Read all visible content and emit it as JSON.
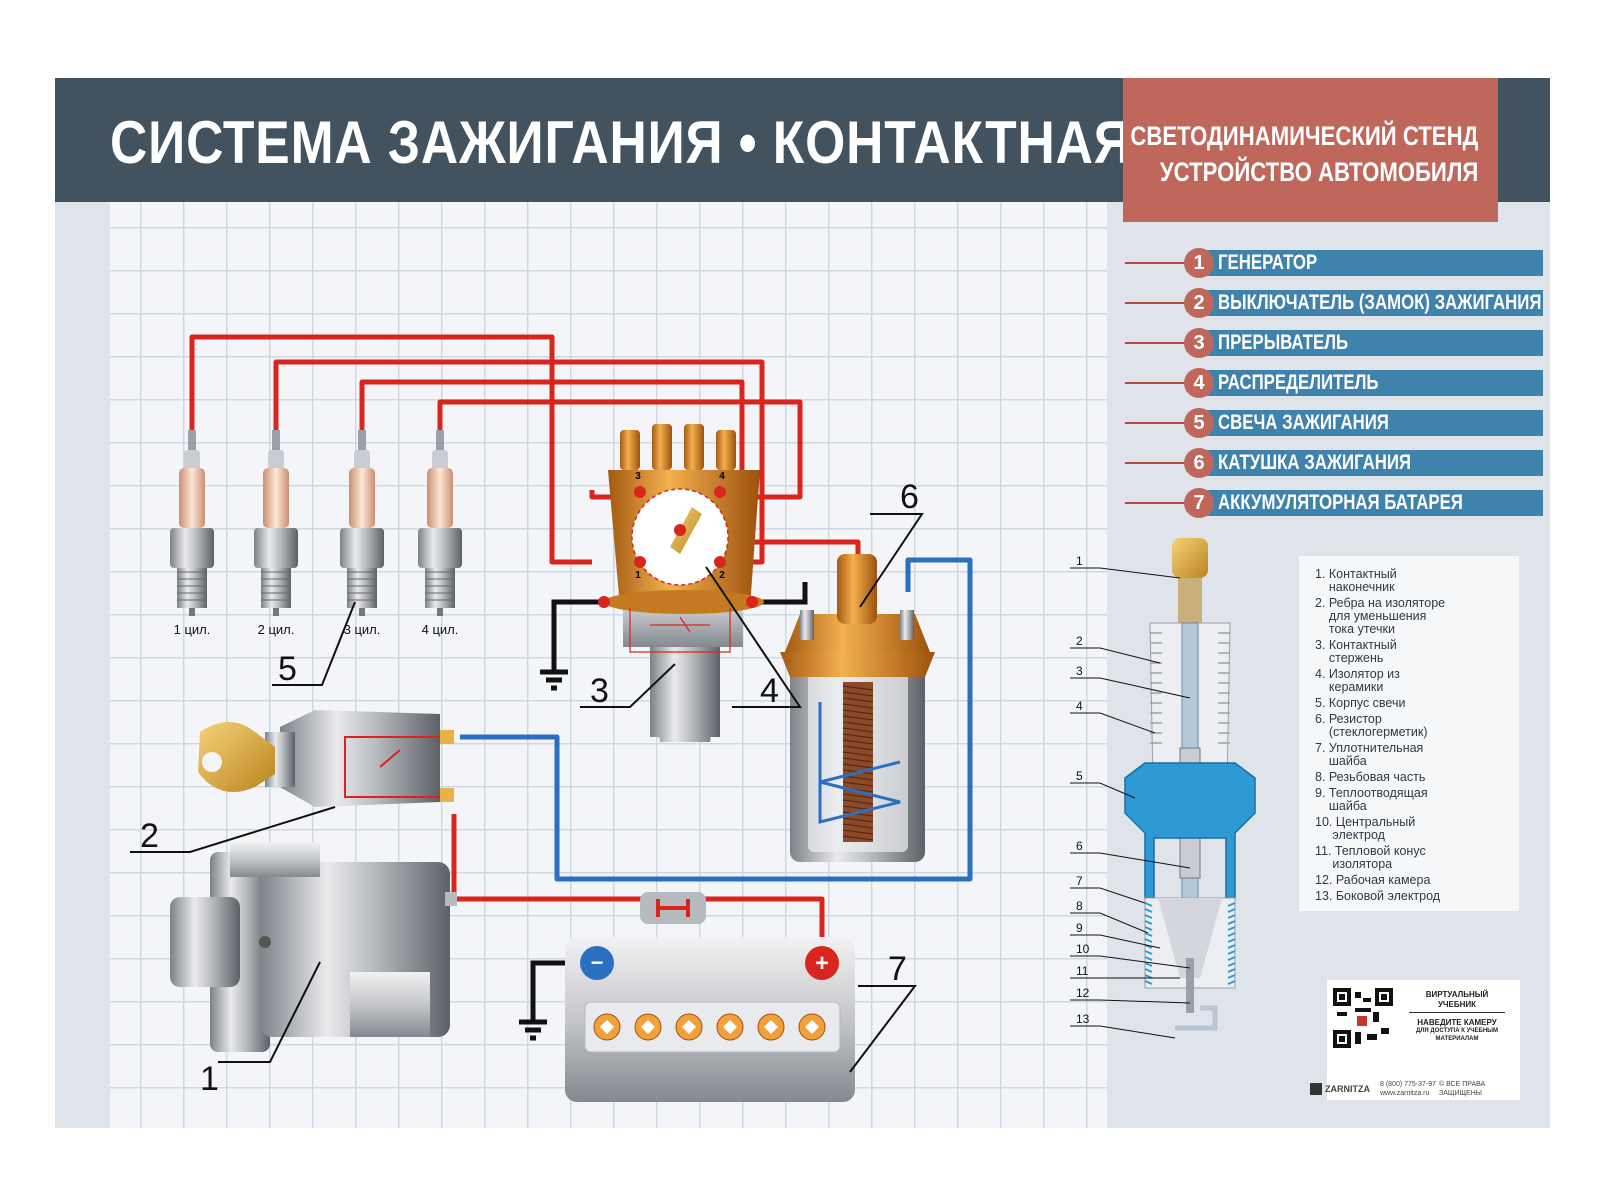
{
  "header": {
    "title": "СИСТЕМА ЗАЖИГАНИЯ • КОНТАКТНАЯ",
    "badge_line1": "СВЕТОДИНАМИЧЕСКИЙ СТЕНД",
    "badge_line2": "УСТРОЙСТВО АВТОМОБИЛЯ"
  },
  "legend": [
    {
      "num": "1",
      "label": "ГЕНЕРАТОР"
    },
    {
      "num": "2",
      "label": "ВЫКЛЮЧАТЕЛЬ (ЗАМОК) ЗАЖИГАНИЯ"
    },
    {
      "num": "3",
      "label": "ПРЕРЫВАТЕЛЬ"
    },
    {
      "num": "4",
      "label": "РАСПРЕДЕЛИТЕЛЬ"
    },
    {
      "num": "5",
      "label": "СВЕЧА ЗАЖИГАНИЯ"
    },
    {
      "num": "6",
      "label": "КАТУШКА ЗАЖИГАНИЯ"
    },
    {
      "num": "7",
      "label": "АККУМУЛЯТОРНАЯ БАТАРЕЯ"
    }
  ],
  "diagram": {
    "cylinders": [
      "1 цил.",
      "2 цил.",
      "3 цил.",
      "4 цил."
    ],
    "callouts": [
      "1",
      "2",
      "3",
      "4",
      "5",
      "6",
      "7"
    ],
    "distributor_terminals": [
      "3",
      "4",
      "1",
      "2"
    ],
    "battery_minus": "−",
    "battery_plus": "+"
  },
  "spark_plug": {
    "callouts": [
      "1",
      "2",
      "3",
      "4",
      "5",
      "6",
      "7",
      "8",
      "9",
      "10",
      "11",
      "12",
      "13"
    ],
    "parts": [
      "1. Контактный\n    наконечник",
      "2. Ребра на изоляторе\n    для уменьшения\n    тока утечки",
      "3. Контактный\n    стержень",
      "4. Изолятор из\n    керамики",
      "5. Корпус свечи",
      "6. Резистор\n    (стеклогерметик)",
      "7. Уплотнительная\n    шайба",
      "8. Резьбовая часть",
      "9. Теплоотводящая\n    шайба",
      "10. Центральный\n     электрод",
      "11. Тепловой конус\n     изолятора",
      "12. Рабочая камера",
      "13. Боковой электрод"
    ]
  },
  "qr": {
    "heading1": "ВИРТУАЛЬНЫЙ",
    "heading2": "УЧЕБНИК",
    "cta1": "НАВЕДИТЕ КАМЕРУ",
    "cta2": "ДЛЯ ДОСТУПА К УЧЕБНЫМ",
    "cta3": "МАТЕРИАЛАМ"
  },
  "footer": {
    "brand": "ZARNITZA",
    "phone": "8 (800) 775-37-97",
    "site": "www.zarnitza.ru",
    "rights1": "© ВСЕ ПРАВА",
    "rights2": "ЗАЩИЩЕНЫ"
  },
  "colors": {
    "header": "#42525f",
    "badge": "#c0675c",
    "legend_bar": "#3f83ad",
    "hv_wire": "#d9251d",
    "lv_wire": "#2a6fc0",
    "ground_wire": "#111111",
    "copper": "#d98a2b"
  }
}
